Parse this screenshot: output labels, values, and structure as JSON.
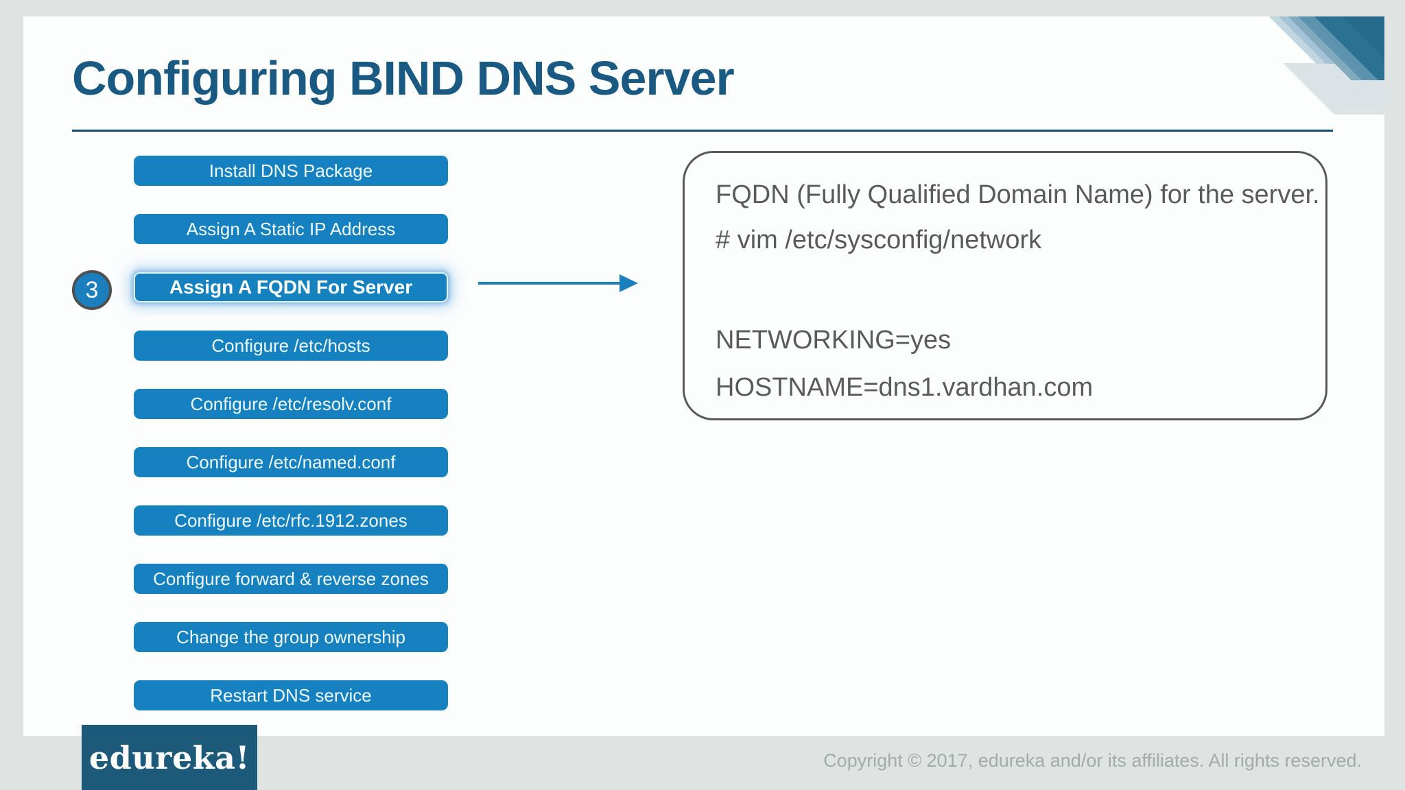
{
  "slide": {
    "title": "Configuring BIND DNS Server",
    "steps": [
      "Install DNS Package",
      "Assign A Static IP Address",
      "Assign A FQDN For Server",
      "Configure /etc/hosts",
      "Configure /etc/resolv.conf",
      "Configure /etc/named.conf",
      "Configure /etc/rfc.1912.zones",
      "Configure forward & reverse zones",
      "Change the group ownership",
      "Restart DNS service"
    ],
    "highlighted_step_index": 2,
    "step_badge": "3",
    "panel": {
      "lines": [
        "FQDN (Fully Qualified Domain Name) for the server.",
        "# vim /etc/sysconfig/network",
        "NETWORKING=yes",
        "HOSTNAME=dns1.vardhan.com"
      ]
    },
    "logo_text": "edureka!",
    "copyright": "Copyright © 2017, edureka and/or its affiliates. All rights reserved."
  },
  "colors": {
    "background": "#dfe3e1",
    "slide_background": "#fcfdfd",
    "step_blue": "#1581bf",
    "title_blue": "#1a5a82",
    "underline_blue": "#15466b",
    "arrow_blue": "#1b7fbe",
    "badge_border": "#4f4f4f",
    "panel_border": "#57585a",
    "panel_text": "#595a5c",
    "logo_background": "#1d5a79",
    "copyright_text": "#a2acab",
    "ribbon_dark": "#2b7191",
    "ribbon_medium": "#5d93ae",
    "ribbon_light": "#a4c3d4",
    "ribbon_pale": "#dce3e6"
  }
}
